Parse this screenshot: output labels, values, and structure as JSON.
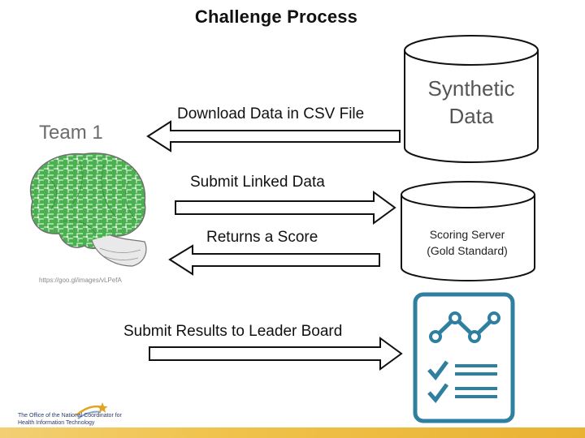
{
  "title": "Challenge Process",
  "team_label": "Team 1",
  "image_credit": "https://goo.gl/images/vLPefA",
  "arrows": {
    "download": "Download Data in CSV File",
    "submit_linked": "Submit Linked Data",
    "returns_score": "Returns a Score",
    "submit_results": "Submit Results to Leader Board"
  },
  "databases": {
    "synthetic": {
      "line1": "Synthetic",
      "line2": "Data"
    },
    "scoring": {
      "line1": "Scoring Server",
      "line2": "(Gold Standard)"
    }
  },
  "logo": {
    "line1": "The Office of the National Coordinator for",
    "line2": "Health Information Technology"
  },
  "colors": {
    "leaderboard_teal": "#2f7fa0",
    "brain_green": "#3aa84a",
    "bottom_bar": "#f0c24a"
  }
}
